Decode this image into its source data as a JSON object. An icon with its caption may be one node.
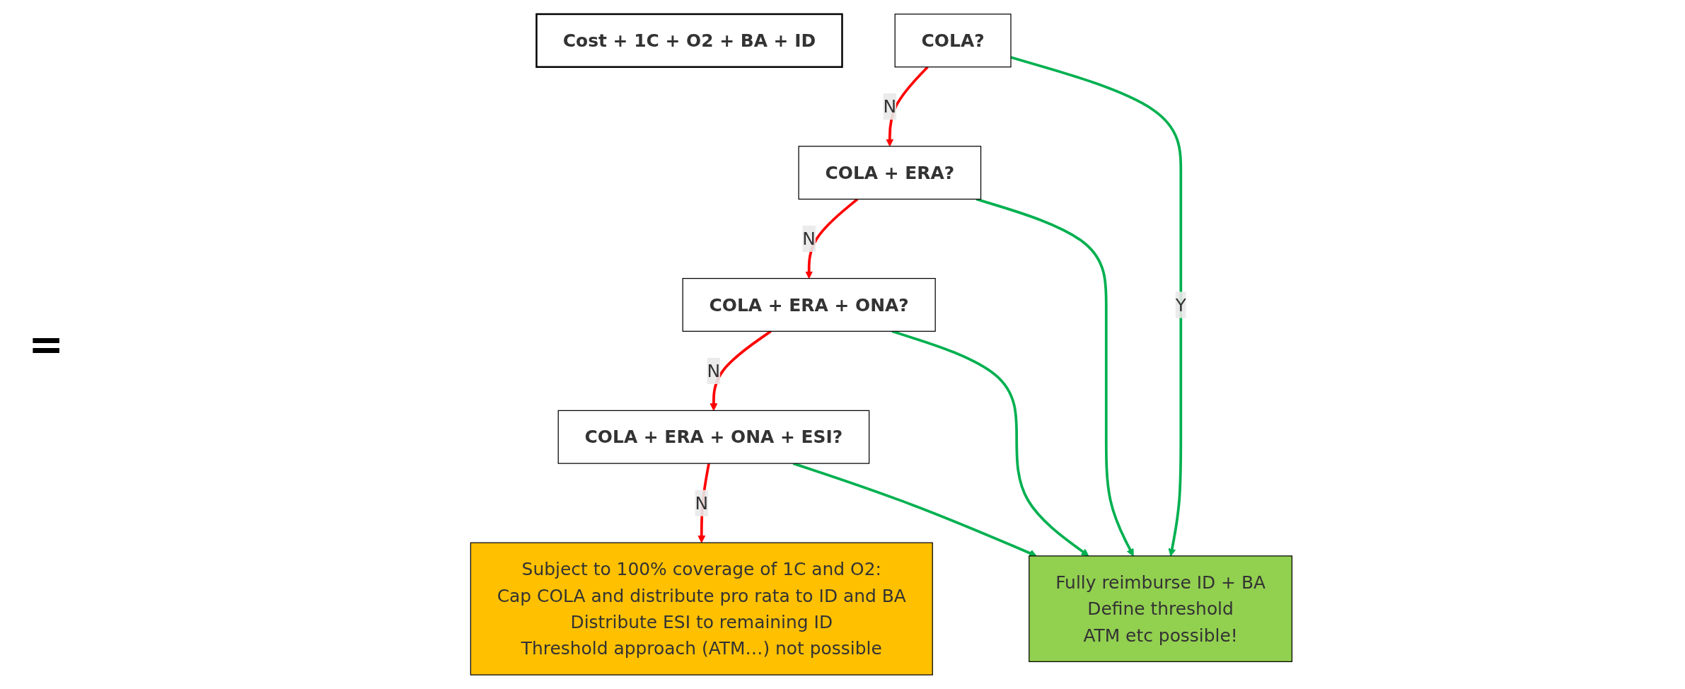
{
  "diagram": {
    "nodes": [
      {
        "text": [
          "Cost + 1C + O2 + BA + ID"
        ]
      },
      {
        "text": [
          "COLA?"
        ]
      },
      {
        "text": [
          "COLA + ERA?"
        ]
      },
      {
        "text": [
          "COLA + ERA + ONA?"
        ]
      },
      {
        "text": [
          "COLA + ERA + ONA + ESI?"
        ]
      },
      {
        "text": [
          "Fully reimburse ID + BA",
          "Define threshold",
          "ATM etc possible!"
        ]
      },
      {
        "text": [
          "Subject to 100% coverage of 1C and O2:",
          "Cap COLA and distribute pro rata to ID and BA",
          "Distribute ESI to remaining ID",
          "Threshold approach (ATM…) not possible"
        ]
      }
    ],
    "edges": [
      {
        "from": 1,
        "to": 2,
        "arrow": "to",
        "label": "N",
        "color": "#ff0000"
      },
      {
        "from": 2,
        "to": 3,
        "arrow": "to",
        "label": "N",
        "color": "#ff0000"
      },
      {
        "from": 3,
        "to": 4,
        "arrow": "to",
        "label": "N",
        "color": "#ff0000"
      },
      {
        "from": 4,
        "to": 6,
        "arrow": "to",
        "label": "N",
        "color": "#ff0000"
      },
      {
        "from": 1,
        "to": 5,
        "arrow": "to",
        "label": "Y",
        "color": "#00b050"
      },
      {
        "from": 2,
        "to": 5,
        "arrow": "to",
        "color": "#00b050"
      },
      {
        "from": 3,
        "to": 5,
        "arrow": "to",
        "color": "#00b050"
      },
      {
        "from": 4,
        "to": 5,
        "arrow": "to",
        "color": "#00b050"
      }
    ],
    "labels": [
      "="
    ]
  }
}
